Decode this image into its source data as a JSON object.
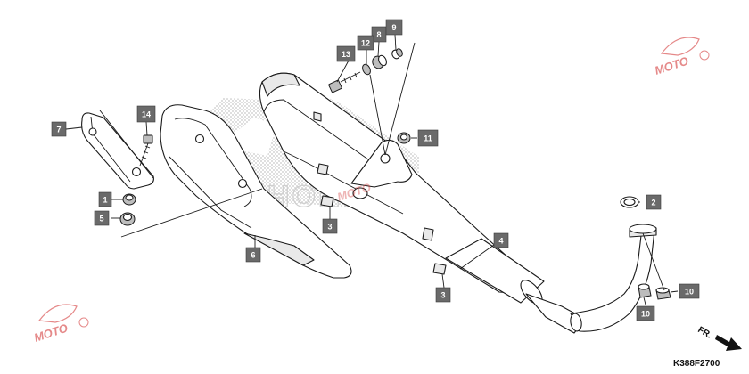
{
  "callouts": [
    {
      "label": "1"
    },
    {
      "label": "2"
    },
    {
      "label": "3"
    },
    {
      "label": "3"
    },
    {
      "label": "4"
    },
    {
      "label": "5"
    },
    {
      "label": "6"
    },
    {
      "label": "7"
    },
    {
      "label": "8"
    },
    {
      "label": "9"
    },
    {
      "label": "10"
    },
    {
      "label": "10"
    },
    {
      "label": "11"
    },
    {
      "label": "12"
    },
    {
      "label": "13"
    },
    {
      "label": "14"
    }
  ],
  "diagram_code": "K388F2700",
  "direction_label": "FR.",
  "watermark_brand": "MOTO",
  "colors": {
    "callout_fill": "#6a6a6a",
    "line": "#1a1a1a",
    "logo_hatch": "#cfcfcf",
    "watermark": "#d02a2a"
  }
}
